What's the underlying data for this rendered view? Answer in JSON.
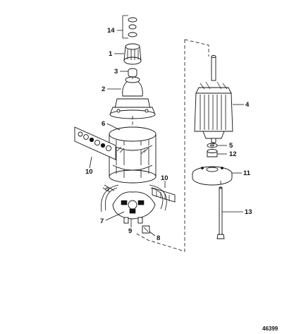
{
  "callouts": {
    "c1": "1",
    "c2": "2",
    "c3": "3",
    "c4": "4",
    "c5": "5",
    "c6": "6",
    "c7": "7",
    "c8": "8",
    "c9": "9",
    "c10a": "10",
    "c10b": "10",
    "c11": "11",
    "c12": "12",
    "c13": "13",
    "c14": "14"
  },
  "figure_number": "46399"
}
